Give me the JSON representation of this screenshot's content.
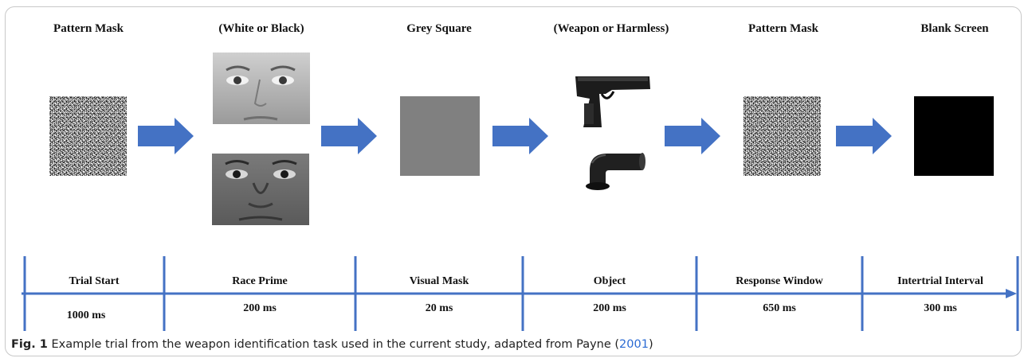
{
  "figure": {
    "stages": [
      {
        "title": "Pattern Mask",
        "stimulus": "noise-pattern"
      },
      {
        "title": "(White or Black)",
        "stimulus": "face-photos"
      },
      {
        "title": "Grey Square",
        "stimulus": "grey-square"
      },
      {
        "title": "(Weapon or Harmless)",
        "stimulus": "object-photos"
      },
      {
        "title": "Pattern Mask",
        "stimulus": "noise-pattern"
      },
      {
        "title": "Blank Screen",
        "stimulus": "black-square"
      }
    ],
    "timeline": [
      {
        "label": "Trial Start",
        "duration": "1000 ms"
      },
      {
        "label": "Race Prime",
        "duration": "200 ms"
      },
      {
        "label": "Visual Mask",
        "duration": "20 ms"
      },
      {
        "label": "Object",
        "duration": "200 ms"
      },
      {
        "label": "Response Window",
        "duration": "650 ms"
      },
      {
        "label": "Intertrial Interval",
        "duration": "300 ms"
      }
    ],
    "colors": {
      "arrow": "#4472c4",
      "timeline": "#4472c4",
      "grey_square": "#808080",
      "blank_screen": "#000000"
    }
  },
  "caption": {
    "label": "Fig. 1",
    "text": " Example trial from the weapon identification task used in the current study, adapted from Payne (",
    "citation_year": "2001",
    "closing": ")"
  }
}
